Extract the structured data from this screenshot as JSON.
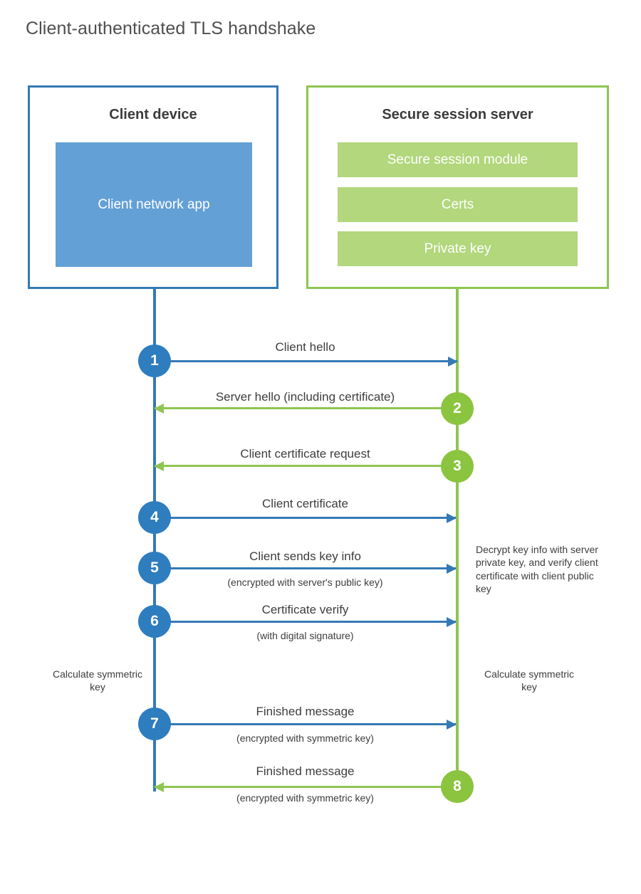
{
  "title": "Client-authenticated TLS handshake",
  "colors": {
    "client_accent": "#3479B5",
    "client_fill": "#63A0D6",
    "server_accent": "#8FC551",
    "server_fill": "#B2D77C",
    "badge_blue": "#2E7DBF",
    "badge_green": "#8BC43F",
    "text": "#3d3d3d",
    "title_text": "#4f4f4f",
    "background": "#ffffff"
  },
  "client": {
    "title": "Client device",
    "component": "Client network app"
  },
  "server": {
    "title": "Secure session server",
    "components": [
      "Secure session module",
      "Certs",
      "Private key"
    ]
  },
  "messages": [
    {
      "step": "1",
      "label": "Client hello",
      "sublabel": "",
      "direction": "client-to-server",
      "badge_side": "client"
    },
    {
      "step": "2",
      "label": "Server hello (including certificate)",
      "sublabel": "",
      "direction": "server-to-client",
      "badge_side": "server"
    },
    {
      "step": "3",
      "label": "Client certificate request",
      "sublabel": "",
      "direction": "server-to-client",
      "badge_side": "server"
    },
    {
      "step": "4",
      "label": "Client certificate",
      "sublabel": "",
      "direction": "client-to-server",
      "badge_side": "client"
    },
    {
      "step": "5",
      "label": "Client sends key info",
      "sublabel": "(encrypted with server's public key)",
      "direction": "client-to-server",
      "badge_side": "client"
    },
    {
      "step": "6",
      "label": "Certificate verify",
      "sublabel": "(with digital signature)",
      "direction": "client-to-server",
      "badge_side": "client"
    },
    {
      "step": "7",
      "label": "Finished message",
      "sublabel": "(encrypted with symmetric key)",
      "direction": "client-to-server",
      "badge_side": "client"
    },
    {
      "step": "8",
      "label": "Finished message",
      "sublabel": "(encrypted with symmetric key)",
      "direction": "server-to-client",
      "badge_side": "server"
    }
  ],
  "annotations": {
    "server_decrypt": "Decrypt key info with server private key, and verify client certificate with client public key",
    "client_calculate": "Calculate symmetric key",
    "server_calculate": "Calculate symmetric key"
  }
}
